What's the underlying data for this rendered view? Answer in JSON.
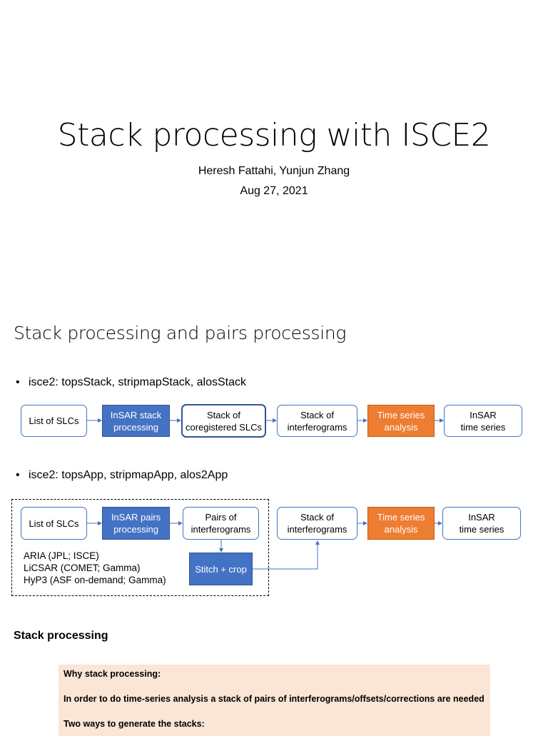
{
  "slide1": {
    "title": "Stack processing with ISCE2",
    "authors": "Heresh Fattahi, Yunjun Zhang",
    "date": "Aug 27, 2021"
  },
  "slide2": {
    "title": "Stack processing and pairs processing",
    "bullet1": "isce2: topsStack, stripmapStack, alosStack",
    "row1": {
      "box1": "List of SLCs",
      "box2": "InSAR stack\nprocessing",
      "box3": "Stack of\ncoregistered SLCs",
      "box4": "Stack of\ninterferograms",
      "box5": "Time series\nanalysis",
      "box6": "InSAR\ntime series"
    },
    "bullet2": "isce2: topsApp, stripmapApp, alos2App",
    "row2": {
      "box1": "List of SLCs",
      "box2": "InSAR pairs\nprocessing",
      "box3": "Pairs of\ninterferograms",
      "box4": "Stack of\ninterferograms",
      "box5": "Time series\nanalysis",
      "box6": "InSAR\ntime series",
      "stitch": "Stitch + crop"
    },
    "providers": [
      "ARIA (JPL; ISCE)",
      "LiCSAR (COMET; Gamma)",
      "HyP3 (ASF on-demand; Gamma)"
    ]
  },
  "slide3": {
    "heading": "Stack processing",
    "why": "Why stack processing:",
    "line1": "In order to do time-series analysis a stack of pairs of interferograms/offsets/corrections are needed",
    "line2": "Two ways to generate the stacks:"
  },
  "colors": {
    "blue": "#4472c4",
    "orange": "#ed7d31",
    "box_border": "#4472c4",
    "peach": "#fbe5d6"
  }
}
